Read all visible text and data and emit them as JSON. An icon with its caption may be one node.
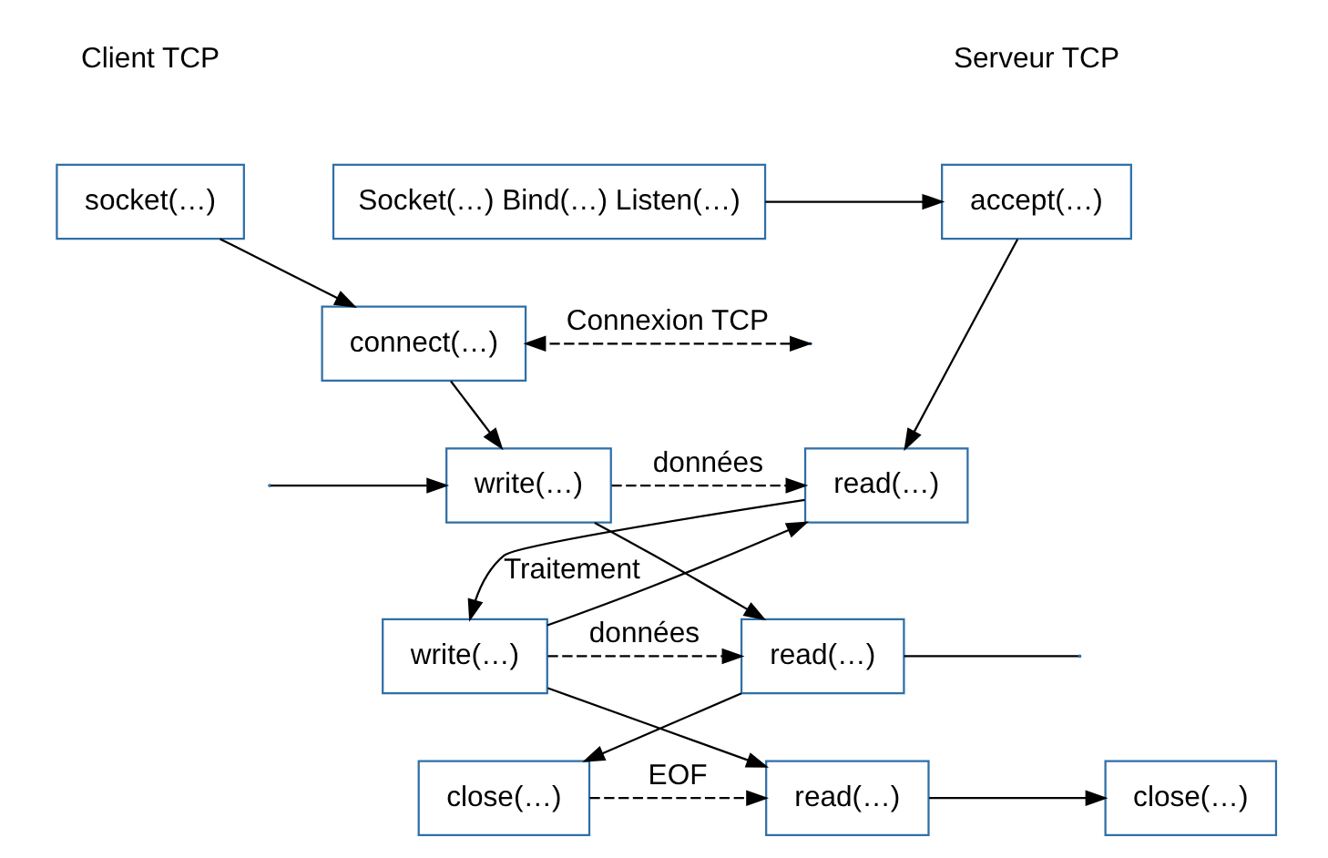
{
  "diagram": {
    "nodes": [
      {
        "text": [
          "Socket(…) Bind(…) Listen(…)"
        ]
      },
      {
        "text": [
          "accept(…)"
        ]
      },
      {
        "text": [
          "read(…)"
        ]
      },
      {
        "text": [
          "write(…)"
        ]
      },
      {
        "text": [
          "read(…)"
        ]
      },
      {
        "text": [
          "close(…)"
        ]
      },
      {
        "text": [
          "socket(…)"
        ]
      },
      {
        "text": [
          "connect(…)"
        ]
      },
      {
        "text": [
          "write(…)"
        ]
      },
      {
        "text": [
          "read(…)"
        ]
      },
      {
        "text": [
          "close(…)"
        ]
      }
    ],
    "edges": [
      {
        "from": 0,
        "to": 1,
        "arrow": "to"
      },
      {
        "from": 1,
        "to": 2,
        "arrow": "to"
      },
      {
        "from": null,
        "to": 7,
        "arrow": "both",
        "style": "dashed",
        "label": "Connexion TCP"
      },
      {
        "from": 2,
        "to": 3,
        "arrow": "to",
        "label": "Traitement"
      },
      {
        "from": 3,
        "to": 2,
        "arrow": "to"
      },
      {
        "from": 3,
        "to": 4,
        "arrow": "to"
      },
      {
        "from": 4,
        "to": 5,
        "arrow": "to"
      },
      {
        "from": 6,
        "to": 7,
        "arrow": "to"
      },
      {
        "from": 7,
        "to": 8,
        "arrow": "to"
      },
      {
        "from": 8,
        "to": 2,
        "arrow": "to",
        "style": "dashed",
        "label": "données"
      },
      {
        "from": null,
        "to": 8,
        "arrow": "to"
      },
      {
        "from": 3,
        "to": 9,
        "arrow": "to",
        "style": "dashed",
        "label": "données"
      },
      {
        "from": 8,
        "to": 9,
        "arrow": "to"
      },
      {
        "from": 9,
        "to": null,
        "arrow": "none"
      },
      {
        "from": 9,
        "to": 10,
        "arrow": "to"
      },
      {
        "from": 10,
        "to": 4,
        "arrow": "to",
        "style": "dashed",
        "label": "EOF"
      }
    ],
    "labels": [
      "Serveur TCP",
      "Client TCP"
    ]
  }
}
